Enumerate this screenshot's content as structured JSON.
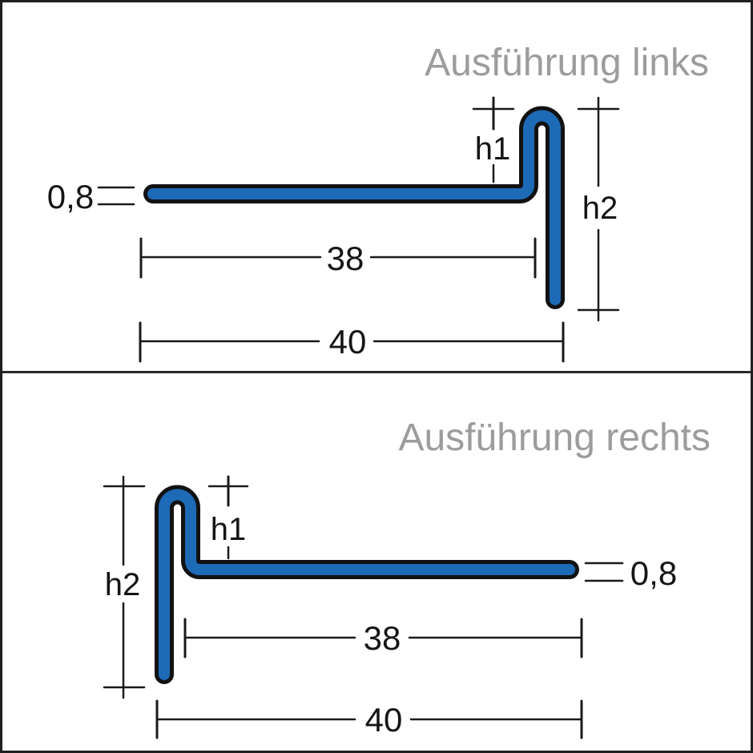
{
  "colors": {
    "profile_fill": "#1d6ab7",
    "profile_outline": "#121212",
    "dimension_line": "#1a1a1a",
    "title_gray": "#9c9c9c"
  },
  "panels": [
    {
      "title": "Ausführung links",
      "labels": {
        "thickness": "0,8",
        "h1": "h1",
        "h2": "h2",
        "inner_width": "38",
        "outer_width": "40"
      }
    },
    {
      "title": "Ausführung rechts",
      "labels": {
        "thickness": "0,8",
        "h1": "h1",
        "h2": "h2",
        "inner_width": "38",
        "outer_width": "40"
      }
    }
  ]
}
